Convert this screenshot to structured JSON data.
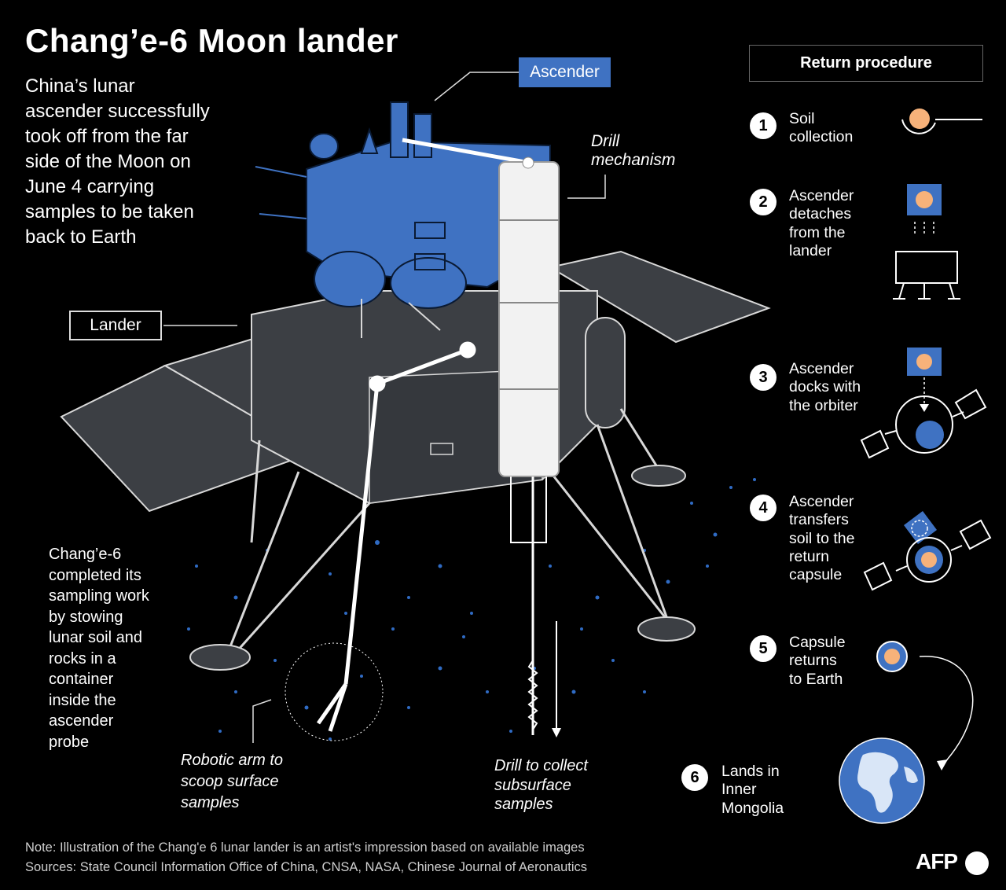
{
  "title": "Chang’e-6 Moon lander",
  "intro_lines": [
    "China’s lunar",
    "ascender successfully",
    "took off from the far",
    "side of the Moon on",
    "June 4 carrying",
    "samples to be taken",
    "back to Earth"
  ],
  "labels": {
    "ascender": "Ascender",
    "lander": "Lander",
    "drill_mechanism": [
      "Drill",
      "mechanism"
    ],
    "robotic_arm": [
      "Robotic arm to",
      "scoop surface",
      "samples"
    ],
    "drill": [
      "Drill to collect",
      "subsurface",
      "samples"
    ]
  },
  "left_note_lines": [
    "Chang’e-6",
    "completed its",
    "sampling work",
    "by stowing",
    "lunar soil and",
    "rocks in a",
    "container",
    "inside the",
    "ascender",
    "probe"
  ],
  "procedure": {
    "header": "Return procedure",
    "steps": [
      {
        "number": "1",
        "lines": [
          "Soil",
          "collection"
        ]
      },
      {
        "number": "2",
        "lines": [
          "Ascender",
          "detaches",
          "from the",
          "lander"
        ]
      },
      {
        "number": "3",
        "lines": [
          "Ascender",
          "docks with",
          "the orbiter"
        ]
      },
      {
        "number": "4",
        "lines": [
          "Ascender",
          "transfers",
          "soil to the",
          "return",
          "capsule"
        ]
      },
      {
        "number": "5",
        "lines": [
          "Capsule",
          "returns",
          "to Earth"
        ]
      },
      {
        "number": "6",
        "lines": [
          "Lands in",
          "Inner",
          "Mongolia"
        ]
      }
    ]
  },
  "footer": {
    "note": "Note: Illustration of the Chang'e 6 lunar lander is an artist's impression based on available images",
    "sources": "Sources: State Council Information Office of China, CNSA, NASA, Chinese Journal of Aeronautics",
    "agency": "AFP"
  },
  "colors": {
    "background": "#000000",
    "ascender_blue": "#3f72c2",
    "lander_gray": "#3c3f44",
    "sample_orange": "#f7b27a",
    "earth_blue": "#3f72c2"
  }
}
